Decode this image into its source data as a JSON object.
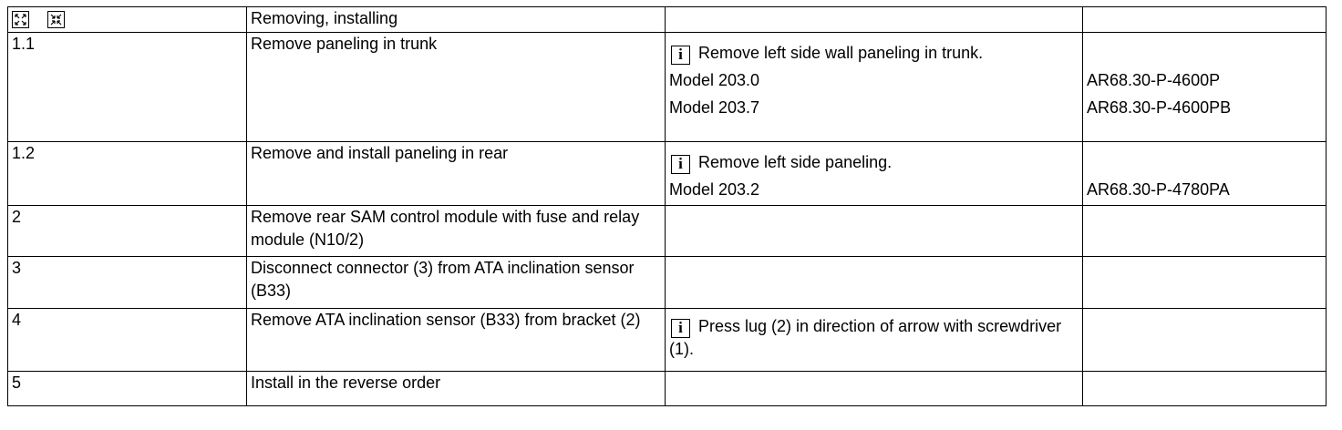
{
  "header": {
    "col2": "Removing, installing",
    "icons": [
      "expand-icon",
      "collapse-icon"
    ]
  },
  "rows": [
    {
      "step": "1.1",
      "action": "Remove paneling in trunk",
      "note": "Remove left side wall paneling in   trunk.",
      "models": [
        "Model 203.0",
        "Model 203.7"
      ],
      "refs": [
        "AR68.30-P-4600P",
        "AR68.30-P-4600PB"
      ]
    },
    {
      "step": "1.2",
      "action": "Remove and install paneling in rear",
      "note": "Remove left side   paneling.",
      "models": [
        "Model 203.2"
      ],
      "refs": [
        "AR68.30-P-4780PA"
      ]
    },
    {
      "step": "2",
      "action": "Remove rear SAM control module with fuse and relay module (N10/2)"
    },
    {
      "step": "3",
      "action": "Disconnect connector (3) from ATA inclination sensor (B33)"
    },
    {
      "step": "4",
      "action": "Remove ATA inclination sensor (B33) from bracket (2)",
      "note": "Press lug (2)  in direction of arrow with screwdriver (1)."
    },
    {
      "step": "5",
      "action": "Install in the reverse order"
    }
  ],
  "info_glyph": "i"
}
